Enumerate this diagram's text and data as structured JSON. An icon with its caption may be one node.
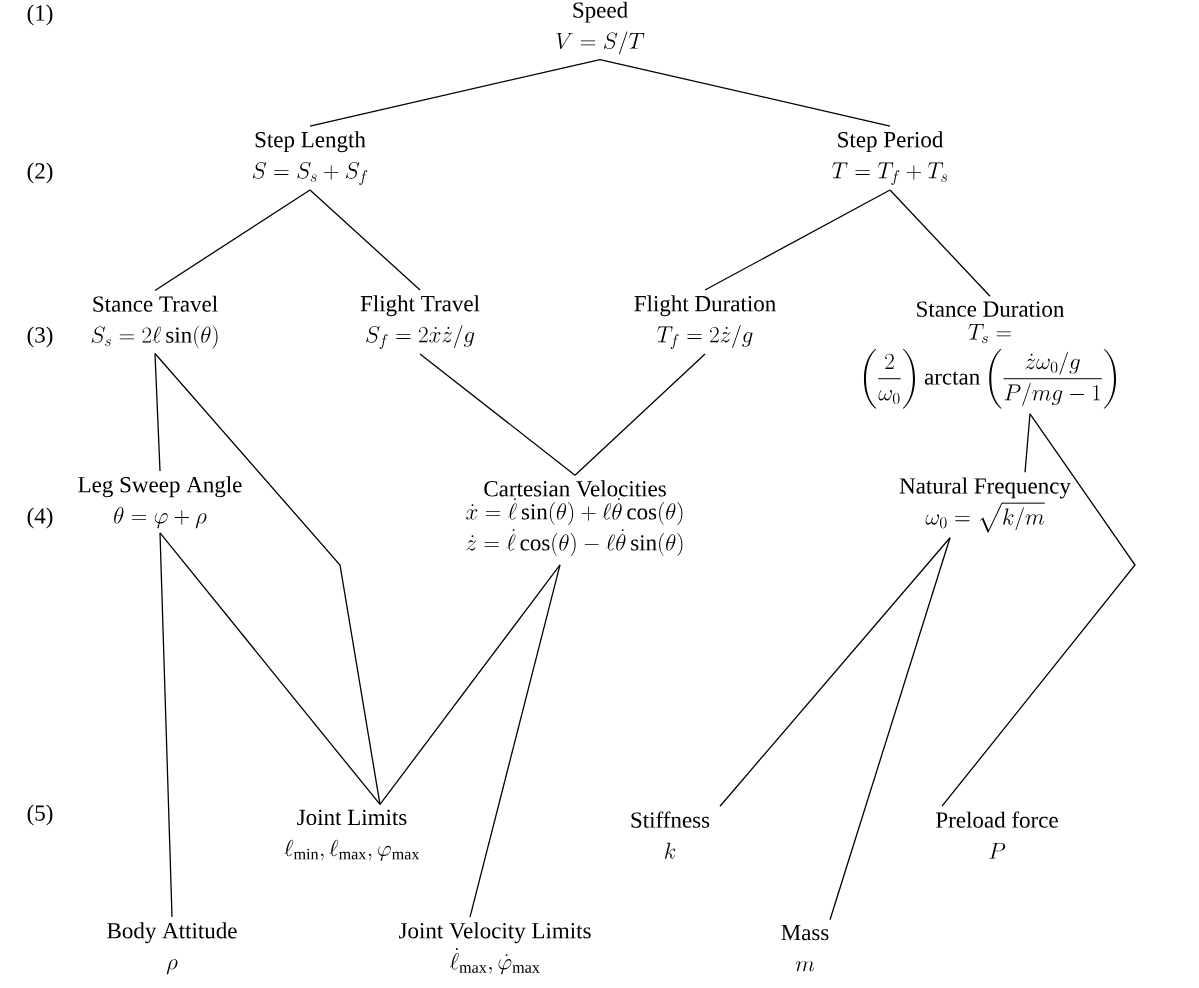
{
  "diagram": {
    "nodes": [
      {
        "text": [
          "Speed",
          "V = S/T"
        ]
      },
      {
        "text": [
          "Step Length",
          "S = S_s + S_f"
        ]
      },
      {
        "text": [
          "Step Period",
          "T = T_f + T_s"
        ]
      },
      {
        "text": [
          "Stance Travel",
          "S_s = 2\\ell\\sin(\\theta)"
        ]
      },
      {
        "text": [
          "Flight Travel",
          "S_f = 2\\dot{x}\\dot{z}/g"
        ]
      },
      {
        "text": [
          "Flight Duration",
          "T_f = 2\\dot{z}/g"
        ]
      },
      {
        "text": [
          "Stance Duration",
          "\\begin{array}{c} T_s = \\\\ \\left(\\dfrac{2}{\\omega_0}\\right)\\arctan\\left(\\dfrac{\\dot{z}\\omega_0/g}{P/mg-1}\\right)\\end{array}"
        ]
      },
      {
        "text": [
          "Leg Sweep Angle",
          "\\theta = \\varphi + \\rho"
        ]
      },
      {
        "text": [
          "Cartesian Velocities",
          "\\begin{array}{c}\\dot{x} = \\dot{\\ell}\\sin(\\theta)+\\ell\\dot{\\theta}\\cos(\\theta)\\\\ \\dot{z} = \\dot{\\ell}\\cos(\\theta)-\\ell\\dot{\\theta}\\sin(\\theta)\\end{array}"
        ]
      },
      {
        "text": [
          "Natural Frequency",
          "\\omega_0 = \\sqrt{k/m}"
        ]
      },
      {
        "text": [
          "Joint Limits",
          "\\ell_{\\min}, \\ell_{\\max}, \\varphi_{\\max}"
        ]
      },
      {
        "text": [
          "Stiffness",
          "k"
        ]
      },
      {
        "text": [
          "Preload force",
          "P"
        ]
      },
      {
        "text": [
          "Body Attitude",
          "\\rho"
        ]
      },
      {
        "text": [
          "Joint Velocity Limits",
          "\\dot{\\ell}_{\\max}, \\dot{\\varphi}_{\\max}"
        ]
      },
      {
        "text": [
          "Mass",
          "m"
        ]
      }
    ],
    "edges": [
      {
        "from": 0,
        "to": 1,
        "arrow": "none"
      },
      {
        "from": 0,
        "to": 2,
        "arrow": "none"
      },
      {
        "from": 1,
        "to": 3,
        "arrow": "none"
      },
      {
        "from": 1,
        "to": 4,
        "arrow": "none"
      },
      {
        "from": 2,
        "to": 5,
        "arrow": "none"
      },
      {
        "from": 2,
        "to": 6,
        "arrow": "none"
      },
      {
        "from": 3,
        "to": 7,
        "arrow": "none"
      },
      {
        "from": 3,
        "to": 10,
        "arrow": "none"
      },
      {
        "from": 4,
        "to": 8,
        "arrow": "none"
      },
      {
        "from": 5,
        "to": 8,
        "arrow": "none"
      },
      {
        "from": 6,
        "to": 9,
        "arrow": "none"
      },
      {
        "from": 6,
        "to": 12,
        "arrow": "none"
      },
      {
        "from": 7,
        "to": 13,
        "arrow": "none"
      },
      {
        "from": 7,
        "to": 10,
        "arrow": "none"
      },
      {
        "from": 8,
        "to": 10,
        "arrow": "none"
      },
      {
        "from": 8,
        "to": 14,
        "arrow": "none"
      },
      {
        "from": 9,
        "to": 11,
        "arrow": "none"
      },
      {
        "from": 9,
        "to": 15,
        "arrow": "none"
      }
    ],
    "labels": [
      "(1)",
      "(2)",
      "(3)",
      "(4)",
      "(5)"
    ]
  }
}
